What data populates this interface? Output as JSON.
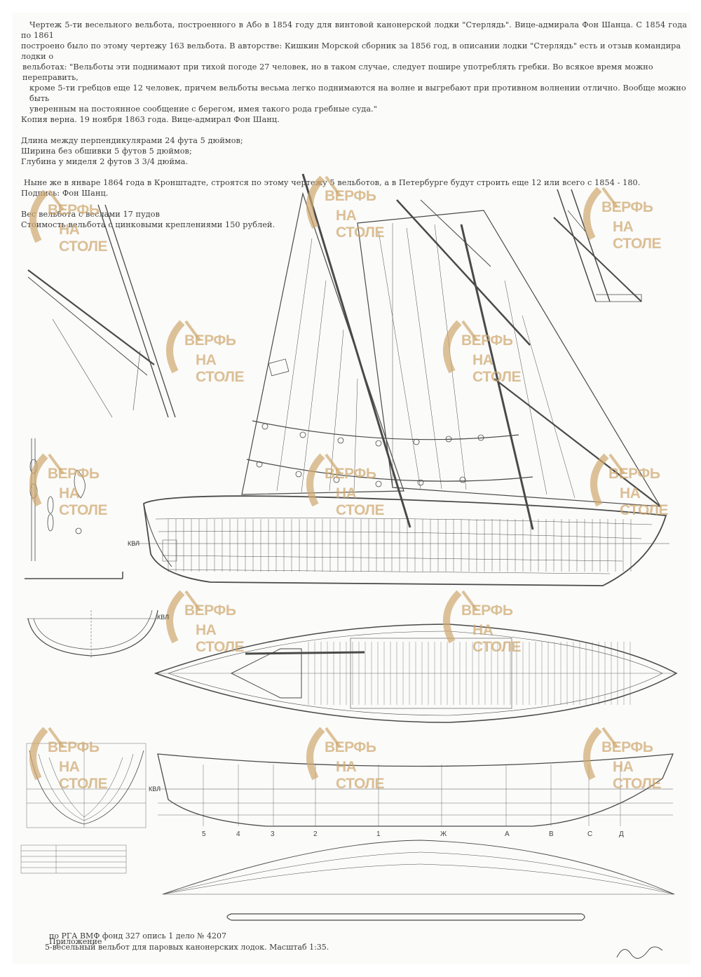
{
  "notes": {
    "para1_line1": "Чертеж 5-ти весельного вельбота, построенного в Або в 1854 году для винтовой канонерской лодки \"Стерлядь\". Вице-адмирала Фон Шанца. С 1854 года по 1861",
    "para1_line2": "построено было по этому чертежу 163 вельбота. В авторстве: Кишкин Морской сборник за 1856 год, в описании лодки \"Стерлядь\" есть и отзыв командира лодки о",
    "para1_line3": "вельботах: \"Вельботы эти поднимают при тихой погоде 27 человек, но в таком случае, следует пошире употреблять гребки. Во всякое время можно переправить,",
    "para1_line4": "кроме 5-ти гребцов еще 12 человек, причем вельботы весьма легко поднимаются на волне и выгребают при противном волнении отлично. Вообще можно быть",
    "para1_line5": "уверенным на постоянное сообщение с берегом, имея такого рода гребные суда.\"",
    "copy_note": "Копия верна. 19 ноября 1863 года. Вице-адмирал Фон Шанц.",
    "length": "Длина между перпендикулярами 24 фута 5 дюймов;",
    "width": "Ширина без обшивки 5 футов 5 дюймов;",
    "depth": "Глубина у миделя 2 футов 3 3/4 дюйма.",
    "kronstadt": "Ныне же в январе 1864 года в Кронштадте, строятся по этому чертежу 5 вельботов, а в Петербурге будут строить еще 12 или всего с 1854 - 180.",
    "signature": "Подпись: Фон Шанц.",
    "weight": "Вес вельбота с веслами 17 пудов",
    "cost": "Стоимость вельбота с цинковыми креплениями 150 рублей."
  },
  "watermark": {
    "line1": "ВЕРФЬ",
    "line2": "НА СТОЛЕ"
  },
  "labels": {
    "kvl": "КВЛ",
    "stations": [
      "5",
      "4",
      "3",
      "2",
      "1",
      "Ж",
      "А",
      "В",
      "С",
      "Д"
    ]
  },
  "caption": {
    "title": "Приложение",
    "source": "по РГА ВМФ фонд 327 опись 1 дело № 4207",
    "description": "5-вёсельный вельбот для паровых канонерских лодок. Масштаб 1:35."
  },
  "colors": {
    "ink": "#4a4a4a",
    "watermark": "#cfa86e",
    "paper": "#fbfbfa"
  }
}
